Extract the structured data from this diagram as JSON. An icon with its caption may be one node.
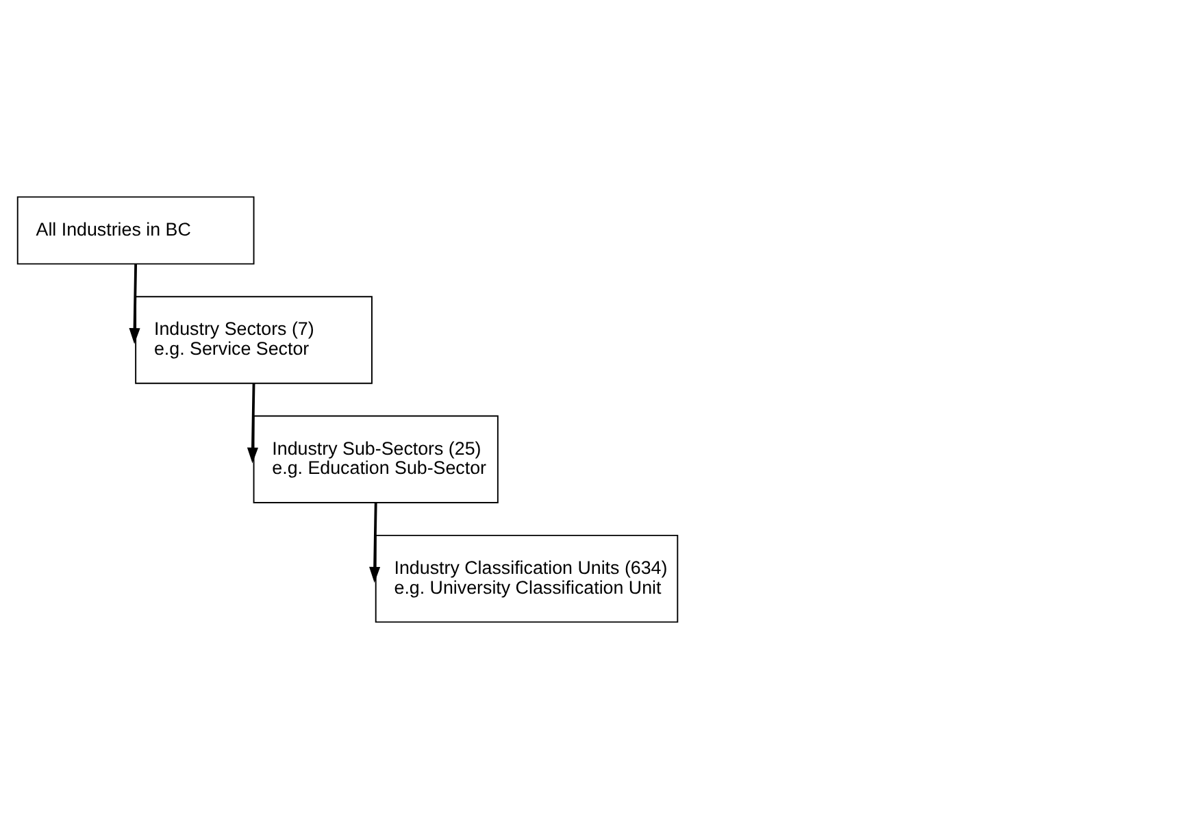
{
  "diagram": {
    "nodes": [
      {
        "text": [
          "All Industries in BC"
        ]
      },
      {
        "text": [
          "Industry Sectors (7)",
          "e.g. Service Sector"
        ]
      },
      {
        "text": [
          "Industry Sub-Sectors (25)",
          "e.g. Education Sub-Sector"
        ]
      },
      {
        "text": [
          "Industry Classification Units (634)",
          "e.g. University Classification Unit"
        ]
      }
    ],
    "edges": [
      {
        "from": 0,
        "to": 1,
        "arrow": "to"
      },
      {
        "from": 1,
        "to": 2,
        "arrow": "to"
      },
      {
        "from": 2,
        "to": 3,
        "arrow": "to"
      }
    ]
  }
}
